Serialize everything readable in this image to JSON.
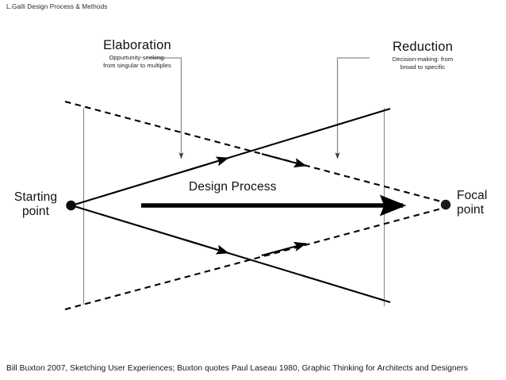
{
  "header": {
    "title": "L.Galli Design Process & Methods"
  },
  "footer": {
    "credit": "Bill Buxton 2007, Sketching User Experiences; Buxton quotes Paul Laseau 1980, Graphic Thinking for Architects and Designers"
  },
  "diagram": {
    "title": "Design Process",
    "callouts": [
      {
        "id": "elaboration",
        "title": "Elaboration",
        "subtitle_line1": "Oppurtunity-seeking:",
        "subtitle_line2": "from singular to multiples"
      },
      {
        "id": "reduction",
        "title": "Reduction",
        "subtitle_line1": "Decision-making: from",
        "subtitle_line2": "broad to specific"
      }
    ],
    "endpoints": [
      {
        "id": "starting-point",
        "line1": "Starting",
        "line2": "point"
      },
      {
        "id": "focal-point",
        "line1": "Focal",
        "line2": "point"
      }
    ],
    "colors": {
      "stroke": "#000000",
      "leader": "#8c8c8c",
      "background": "#ffffff",
      "text": "#101010"
    }
  }
}
